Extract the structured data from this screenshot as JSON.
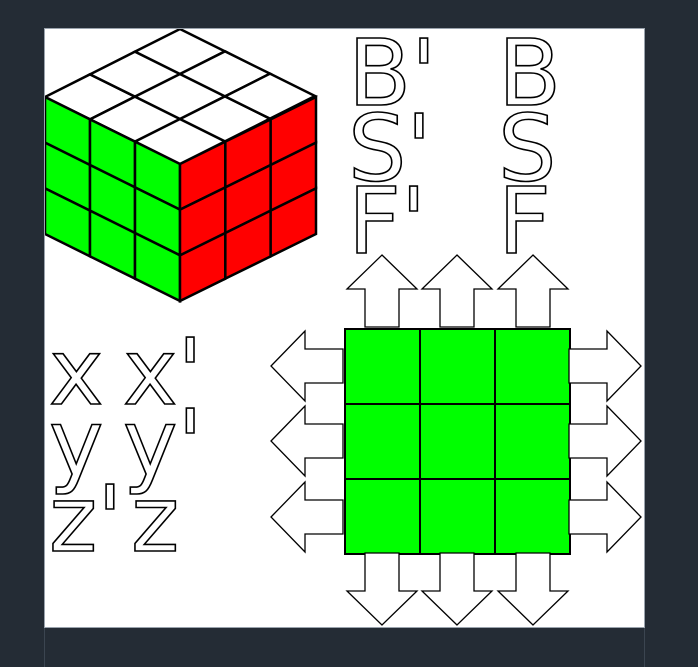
{
  "cube": {
    "top_color": "#ffffff",
    "left_color": "#00ff00",
    "right_color": "#ff0000",
    "grid_color": "#000000",
    "size": 3
  },
  "move_buttons": {
    "b_prime": "B'",
    "b": "B",
    "s_prime": "S'",
    "s": "S",
    "f_prime": "F'",
    "f": "F",
    "x": "x",
    "x_prime": "x'",
    "y": "y",
    "y_prime": "y'",
    "z_prime": "z'",
    "z": "z"
  },
  "face_view": {
    "color": "#00ff00",
    "grid_color": "#000000",
    "rows": 3,
    "cols": 3
  },
  "arrows": {
    "up": [
      "up-arrow-col-1",
      "up-arrow-col-2",
      "up-arrow-col-3"
    ],
    "down": [
      "down-arrow-col-1",
      "down-arrow-col-2",
      "down-arrow-col-3"
    ],
    "left": [
      "left-arrow-row-1",
      "left-arrow-row-2",
      "left-arrow-row-3"
    ],
    "right": [
      "right-arrow-row-1",
      "right-arrow-row-2",
      "right-arrow-row-3"
    ]
  }
}
